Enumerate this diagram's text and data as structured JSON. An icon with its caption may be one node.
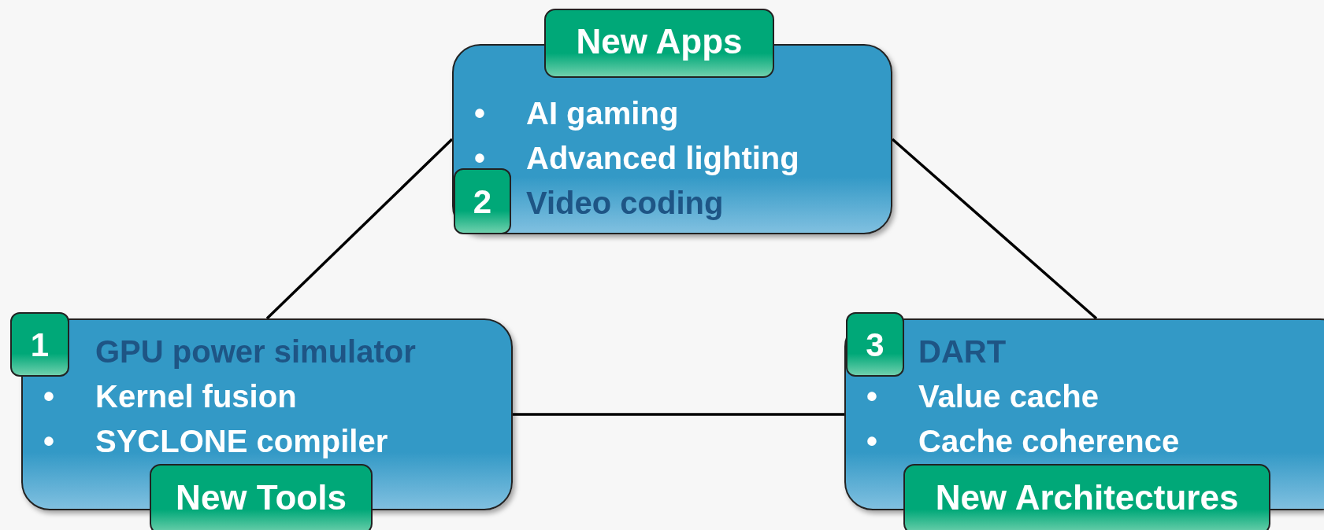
{
  "diagram": {
    "nodes": [
      {
        "text": [
          "•",
          "AI gaming",
          "•",
          "Advanced lighting",
          "Video coding"
        ]
      },
      {
        "text": [
          "New Apps"
        ]
      },
      {
        "text": [
          "2"
        ],
        "in": 0
      },
      {
        "text": [
          "GPU power simulator",
          "•",
          "Kernel fusion",
          "•",
          "SYCLONE compiler"
        ]
      },
      {
        "text": [
          "1"
        ]
      },
      {
        "text": [
          "New Tools"
        ]
      },
      {
        "text": [
          "DART",
          "•",
          "Value cache",
          "•",
          "Cache coherence"
        ]
      },
      {
        "text": [
          "3"
        ]
      },
      {
        "text": [
          "New Architectures"
        ]
      }
    ],
    "edges": [
      {
        "from": 0,
        "to": 3,
        "arrow": "none"
      },
      {
        "from": 0,
        "to": 6,
        "arrow": "none"
      },
      {
        "from": 3,
        "to": 6,
        "arrow": "none"
      }
    ]
  }
}
